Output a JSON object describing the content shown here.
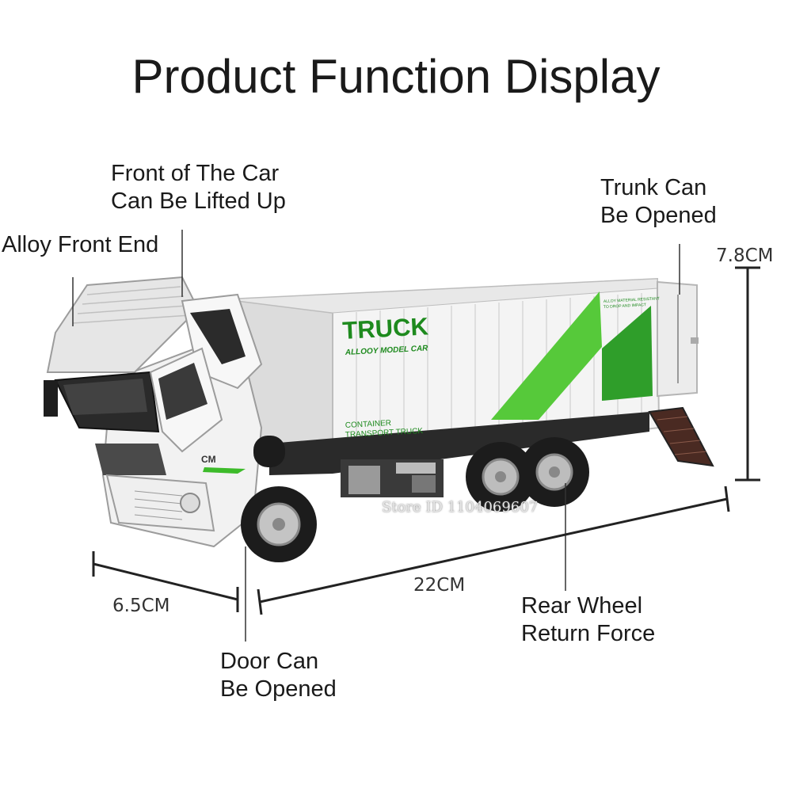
{
  "title": "Product Function Display",
  "callouts": {
    "front_lift": [
      "Front of The Car",
      "Can Be Lifted Up"
    ],
    "alloy_front": "Alloy Front End",
    "trunk": [
      "Trunk Can",
      "Be Opened"
    ],
    "rear_wheel": [
      "Rear Wheel",
      "Return Force"
    ],
    "door": [
      "Door Can",
      "Be Opened"
    ]
  },
  "dimensions": {
    "height": "7.8CM",
    "length": "22CM",
    "width": "6.5CM"
  },
  "truck_graphics": {
    "brand": "TRUCK",
    "subtitle": "ALLOOY MODEL CAR",
    "side_text_1": "CONTAINER",
    "side_text_2": "TRANSPORT TRUCK",
    "corner_text_1": "ALLOY MATERIAL RESISTANT",
    "corner_text_2": "TO DROP AND IMPACT",
    "cab_logo": "CM"
  },
  "watermark": "Store ID 1104069607",
  "colors": {
    "accent_green": "#3dbb2a",
    "dark_green": "#1e8a1e",
    "truck_white": "#f2f2f2",
    "chassis": "#2a2a2a"
  }
}
